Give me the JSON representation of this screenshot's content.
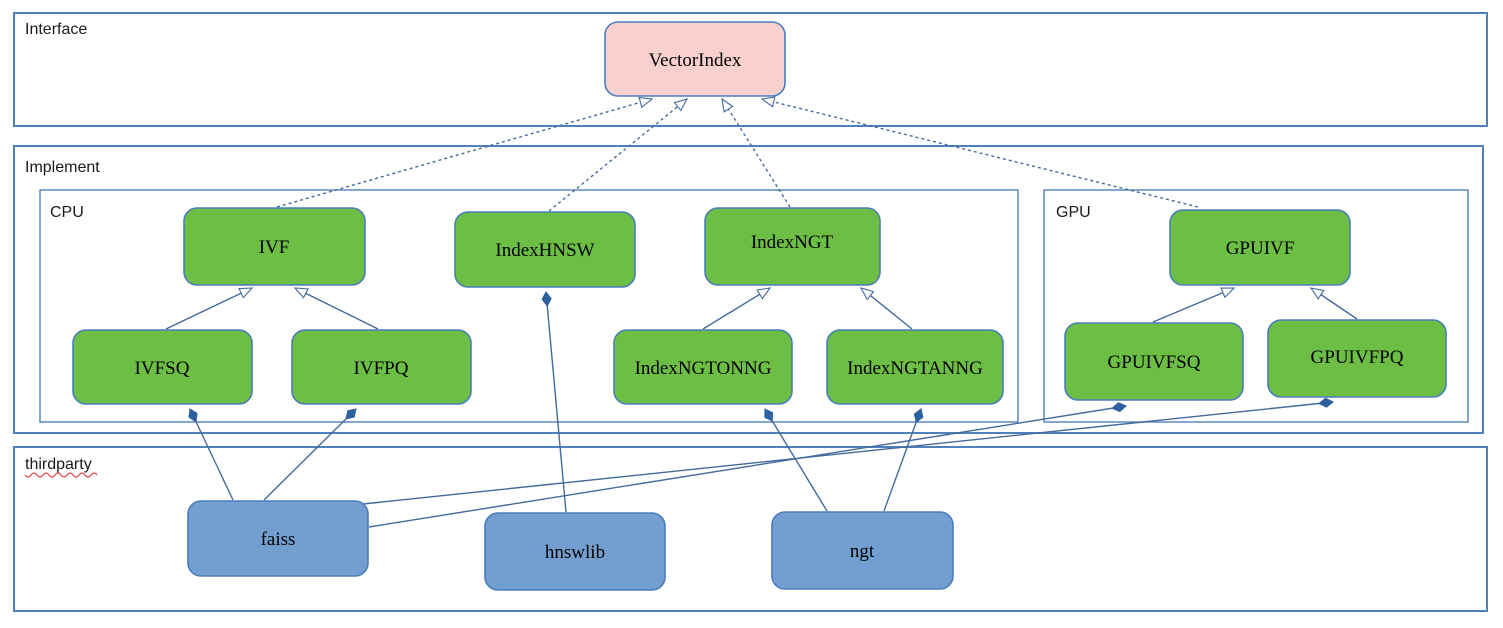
{
  "containers": {
    "interface": {
      "label": "Interface"
    },
    "implement": {
      "label": "Implement"
    },
    "cpu": {
      "label": "CPU"
    },
    "gpu": {
      "label": "GPU"
    },
    "thirdparty": {
      "label": "thirdparty",
      "spellcheck_squiggle": true
    }
  },
  "nodes": {
    "vectorindex": {
      "label": "VectorIndex",
      "kind": "interface"
    },
    "ivf": {
      "label": "IVF",
      "kind": "cpu-implementation"
    },
    "indexhnsw": {
      "label": "IndexHNSW",
      "kind": "cpu-implementation"
    },
    "indexngt": {
      "label": "IndexNGT",
      "kind": "cpu-implementation"
    },
    "gpuivf": {
      "label": "GPUIVF",
      "kind": "gpu-implementation"
    },
    "ivfsq": {
      "label": "IVFSQ",
      "kind": "cpu-implementation"
    },
    "ivfpq": {
      "label": "IVFPQ",
      "kind": "cpu-implementation"
    },
    "indexngtonng": {
      "label": "IndexNGTONNG",
      "kind": "cpu-implementation"
    },
    "indexngtanng": {
      "label": "IndexNGTANNG",
      "kind": "cpu-implementation"
    },
    "gpuivfsq": {
      "label": "GPUIVFSQ",
      "kind": "gpu-implementation"
    },
    "gpuivfpq": {
      "label": "GPUIVFPQ",
      "kind": "gpu-implementation"
    },
    "faiss": {
      "label": "faiss",
      "kind": "thirdparty-library"
    },
    "hnswlib": {
      "label": "hnswlib",
      "kind": "thirdparty-library"
    },
    "ngt": {
      "label": "ngt",
      "kind": "thirdparty-library"
    }
  },
  "edges": [
    {
      "from": "IVF",
      "to": "VectorIndex",
      "type": "realization-dashed-hollow-arrow"
    },
    {
      "from": "IndexHNSW",
      "to": "VectorIndex",
      "type": "realization-dashed-hollow-arrow"
    },
    {
      "from": "IndexNGT",
      "to": "VectorIndex",
      "type": "realization-dashed-hollow-arrow"
    },
    {
      "from": "GPUIVF",
      "to": "VectorIndex",
      "type": "realization-dashed-hollow-arrow"
    },
    {
      "from": "IVFSQ",
      "to": "IVF",
      "type": "generalization-hollow-arrow"
    },
    {
      "from": "IVFPQ",
      "to": "IVF",
      "type": "generalization-hollow-arrow"
    },
    {
      "from": "IndexNGTONNG",
      "to": "IndexNGT",
      "type": "generalization-hollow-arrow"
    },
    {
      "from": "IndexNGTANNG",
      "to": "IndexNGT",
      "type": "generalization-hollow-arrow"
    },
    {
      "from": "GPUIVFSQ",
      "to": "GPUIVF",
      "type": "generalization-hollow-arrow"
    },
    {
      "from": "GPUIVFPQ",
      "to": "GPUIVF",
      "type": "generalization-hollow-arrow"
    },
    {
      "from": "faiss",
      "to": "IVFSQ",
      "type": "composition-filled-diamond"
    },
    {
      "from": "faiss",
      "to": "IVFPQ",
      "type": "composition-filled-diamond"
    },
    {
      "from": "faiss",
      "to": "GPUIVFSQ",
      "type": "composition-filled-diamond"
    },
    {
      "from": "faiss",
      "to": "GPUIVFPQ",
      "type": "composition-filled-diamond"
    },
    {
      "from": "hnswlib",
      "to": "IndexHNSW",
      "type": "composition-filled-diamond"
    },
    {
      "from": "ngt",
      "to": "IndexNGTONNG",
      "type": "composition-filled-diamond"
    },
    {
      "from": "ngt",
      "to": "IndexNGTANNG",
      "type": "composition-filled-diamond"
    }
  ],
  "colors": {
    "interface_node_fill": "#f8d0cd",
    "implementation_node_fill": "#6cbe45",
    "library_node_fill": "#729fcf",
    "node_border": "#4a7ebb",
    "container_border": "#4f81bd",
    "edge_line": "#44699d",
    "spellcheck_squiggle": "#e53935",
    "label_text": "#000000"
  }
}
